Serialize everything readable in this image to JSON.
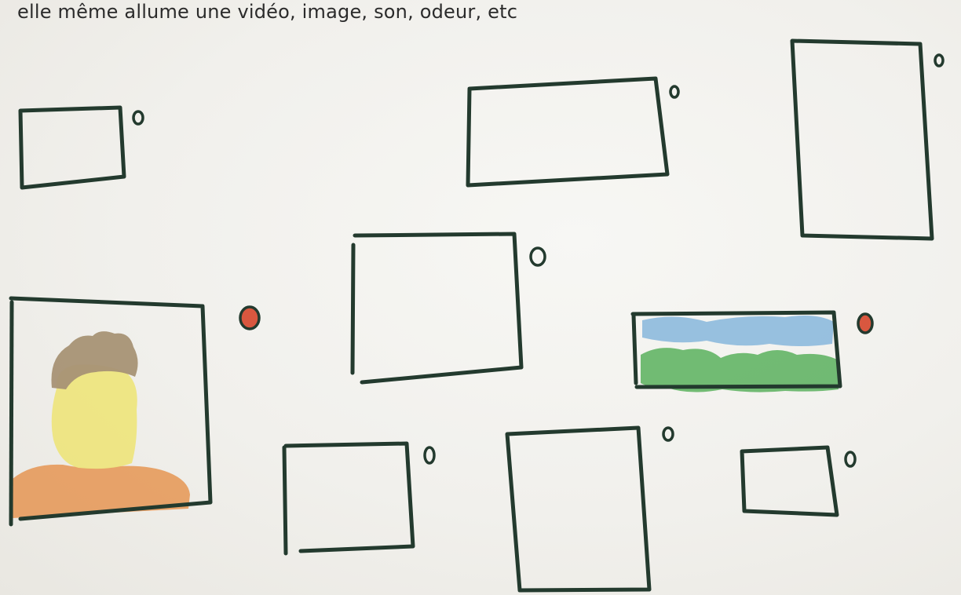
{
  "caption": "elle même allume une vidéo, image, son, odeur, etc",
  "colors": {
    "ink": "#233a2e",
    "active_indicator": "#d9573f",
    "portrait_hair": "#a79275",
    "portrait_face": "#ede57f",
    "portrait_shoulders": "#e59a5b",
    "landscape_sky": "#86b6dc",
    "landscape_grass": "#59b05d"
  },
  "frames": [
    {
      "id": "frame-1",
      "content": "empty",
      "indicator": "off"
    },
    {
      "id": "frame-2",
      "content": "empty",
      "indicator": "off"
    },
    {
      "id": "frame-3",
      "content": "empty",
      "indicator": "off"
    },
    {
      "id": "frame-4",
      "content": "empty",
      "indicator": "off"
    },
    {
      "id": "frame-5",
      "content": "portrait",
      "indicator": "on"
    },
    {
      "id": "frame-6",
      "content": "landscape",
      "indicator": "on"
    },
    {
      "id": "frame-7",
      "content": "empty",
      "indicator": "off"
    },
    {
      "id": "frame-8",
      "content": "empty",
      "indicator": "off"
    },
    {
      "id": "frame-9",
      "content": "empty",
      "indicator": "off"
    }
  ]
}
